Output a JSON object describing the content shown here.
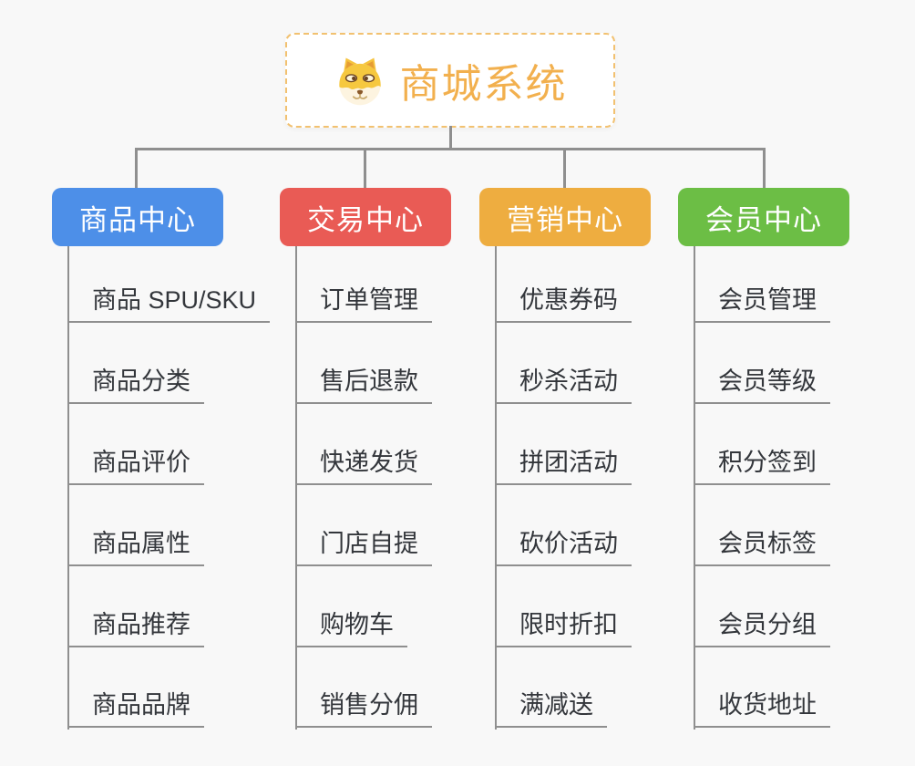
{
  "page": {
    "background_color": "#f8f8f8",
    "connector_color": "#8f8f8f",
    "text_color": "#33363b"
  },
  "root": {
    "title": "商城系统",
    "title_color": "#f2b04e",
    "border_color": "#f2c170",
    "icon": "doge-face-icon"
  },
  "branches": [
    {
      "label": "商品中心",
      "color": "#4d8fe8",
      "items": [
        "商品 SPU/SKU",
        "商品分类",
        "商品评价",
        "商品属性",
        "商品推荐",
        "商品品牌"
      ]
    },
    {
      "label": "交易中心",
      "color": "#e95b55",
      "items": [
        "订单管理",
        "售后退款",
        "快递发货",
        "门店自提",
        "购物车",
        "销售分佣"
      ]
    },
    {
      "label": "营销中心",
      "color": "#eead40",
      "items": [
        "优惠券码",
        "秒杀活动",
        "拼团活动",
        "砍价活动",
        "限时折扣",
        "满减送"
      ]
    },
    {
      "label": "会员中心",
      "color": "#6cbe45",
      "items": [
        "会员管理",
        "会员等级",
        "积分签到",
        "会员标签",
        "会员分组",
        "收货地址"
      ]
    }
  ]
}
